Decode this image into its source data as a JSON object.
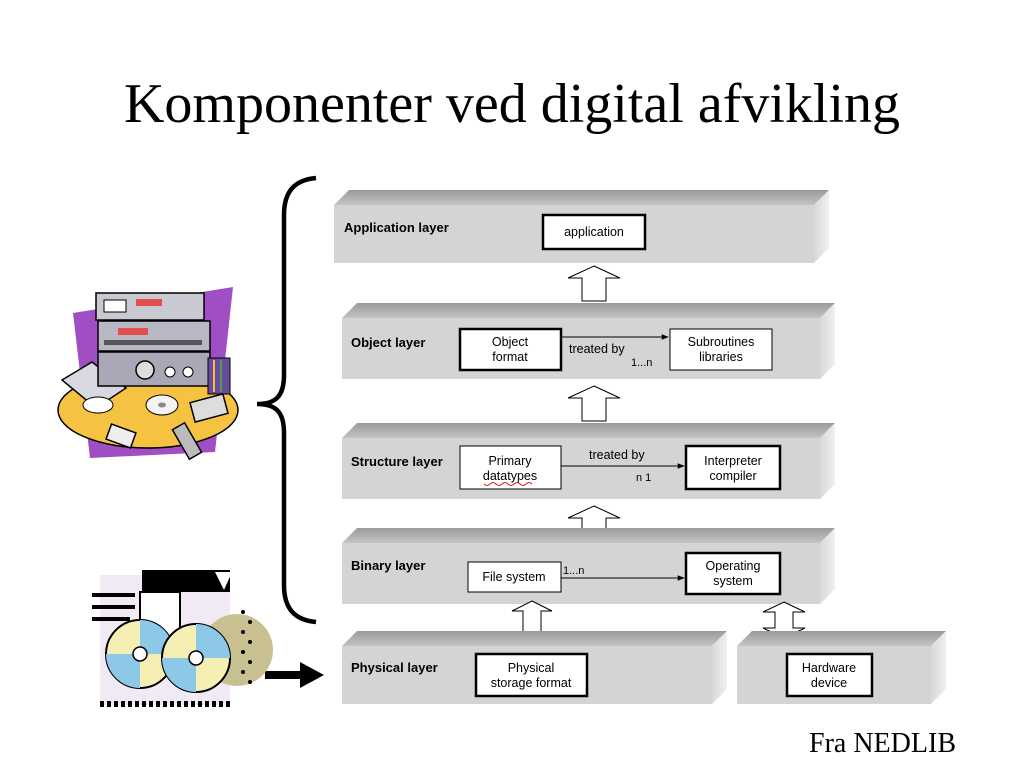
{
  "title": "Komponenter ved digital afvikling",
  "footer": "Fra NEDLIB",
  "layers": {
    "application": {
      "label": "Application layer",
      "box": "application"
    },
    "object": {
      "label": "Object layer",
      "box_left": [
        "Object",
        "format"
      ],
      "relation": "treated  by",
      "multiplicity": "1...n",
      "box_right": [
        "Subroutines",
        "libraries"
      ]
    },
    "structure": {
      "label": "Structure layer",
      "box_left": [
        "Primary",
        "datatypes"
      ],
      "relation": "treated  by",
      "multiplicity": "n   1",
      "box_right": [
        "Interpreter",
        "compiler"
      ]
    },
    "binary": {
      "label": "Binary layer",
      "box_left": "File system",
      "multiplicity": "1...n",
      "box_right": [
        "Operating",
        "system"
      ]
    },
    "physical": {
      "label": "Physical layer",
      "box_left": [
        "Physical",
        "storage format"
      ]
    },
    "hardware": {
      "box": [
        "Hardware",
        "device"
      ]
    }
  },
  "icons": [
    "stereo-equipment-icon",
    "compact-discs-icon",
    "brace-icon",
    "right-arrow-icon"
  ]
}
